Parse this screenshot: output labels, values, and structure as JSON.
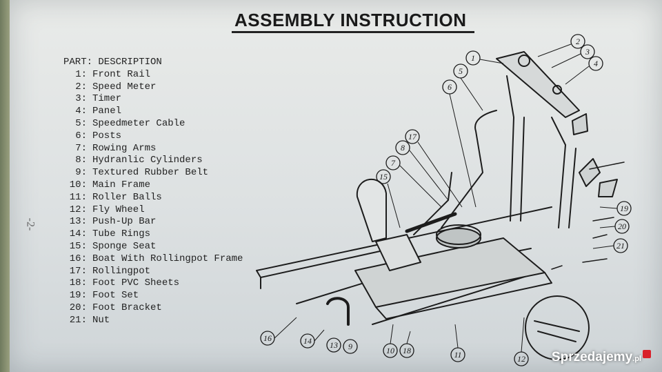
{
  "title": "ASSEMBLY INSTRUCTION",
  "parts_header": "PART: DESCRIPTION",
  "parts": [
    {
      "num": "1:",
      "desc": "Front Rail"
    },
    {
      "num": "2:",
      "desc": "Speed Meter"
    },
    {
      "num": "3:",
      "desc": "Timer"
    },
    {
      "num": "4:",
      "desc": "Panel"
    },
    {
      "num": "5:",
      "desc": "Speedmeter Cable"
    },
    {
      "num": "6:",
      "desc": "Posts"
    },
    {
      "num": "7:",
      "desc": "Rowing Arms"
    },
    {
      "num": "8:",
      "desc": "Hydranlic Cylinders"
    },
    {
      "num": "9:",
      "desc": "Textured Rubber Belt"
    },
    {
      "num": "10:",
      "desc": "Main Frame"
    },
    {
      "num": "11:",
      "desc": "Roller Balls"
    },
    {
      "num": "12:",
      "desc": "Fly Wheel"
    },
    {
      "num": "13:",
      "desc": "Push-Up Bar"
    },
    {
      "num": "14:",
      "desc": "Tube Rings"
    },
    {
      "num": "15:",
      "desc": "Sponge Seat"
    },
    {
      "num": "16:",
      "desc": "Boat With Rollingpot Frame"
    },
    {
      "num": "17:",
      "desc": "Rollingpot"
    },
    {
      "num": "18:",
      "desc": "Foot PVC Sheets"
    },
    {
      "num": "19:",
      "desc": "Foot Set"
    },
    {
      "num": "20:",
      "desc": "Foot Bracket"
    },
    {
      "num": "21:",
      "desc": "Nut"
    }
  ],
  "callouts": [
    "1",
    "2",
    "3",
    "4",
    "5",
    "6",
    "7",
    "8",
    "17",
    "15",
    "19",
    "20",
    "21",
    "16",
    "14",
    "13",
    "9",
    "10",
    "18",
    "11",
    "12"
  ],
  "page_mark": "-2-",
  "watermark": "Sprzedajemy",
  "watermark_tld": ".pl",
  "colors": {
    "paper": "#e3e6e6",
    "ink": "#1a1a1a",
    "watermark_accent": "#d9202a"
  }
}
